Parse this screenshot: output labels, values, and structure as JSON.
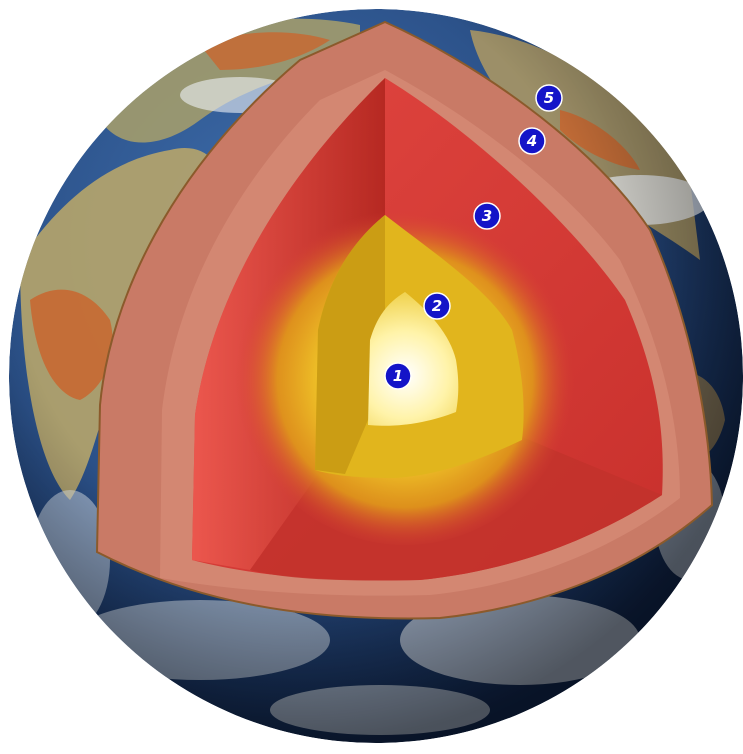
{
  "diagram": {
    "markers": [
      {
        "id": "inner-core",
        "label": "1"
      },
      {
        "id": "outer-core",
        "label": "2"
      },
      {
        "id": "mantle",
        "label": "3"
      },
      {
        "id": "crust-lower",
        "label": "4"
      },
      {
        "id": "crust-upper",
        "label": "5"
      }
    ],
    "colors": {
      "marker_fill": "#1414c8",
      "marker_stroke": "#ffffff",
      "ocean": "#2a4f86",
      "land": "#b7a56a",
      "desert": "#c9662f",
      "cloud": "#e9eef3",
      "crust": "#c97a66",
      "crust_edge": "#b2584a",
      "mantle": "#d63a36",
      "mantle_dark": "#a21f1f",
      "outer_core": "#d9b018",
      "inner_core": "#fff2a6"
    }
  }
}
